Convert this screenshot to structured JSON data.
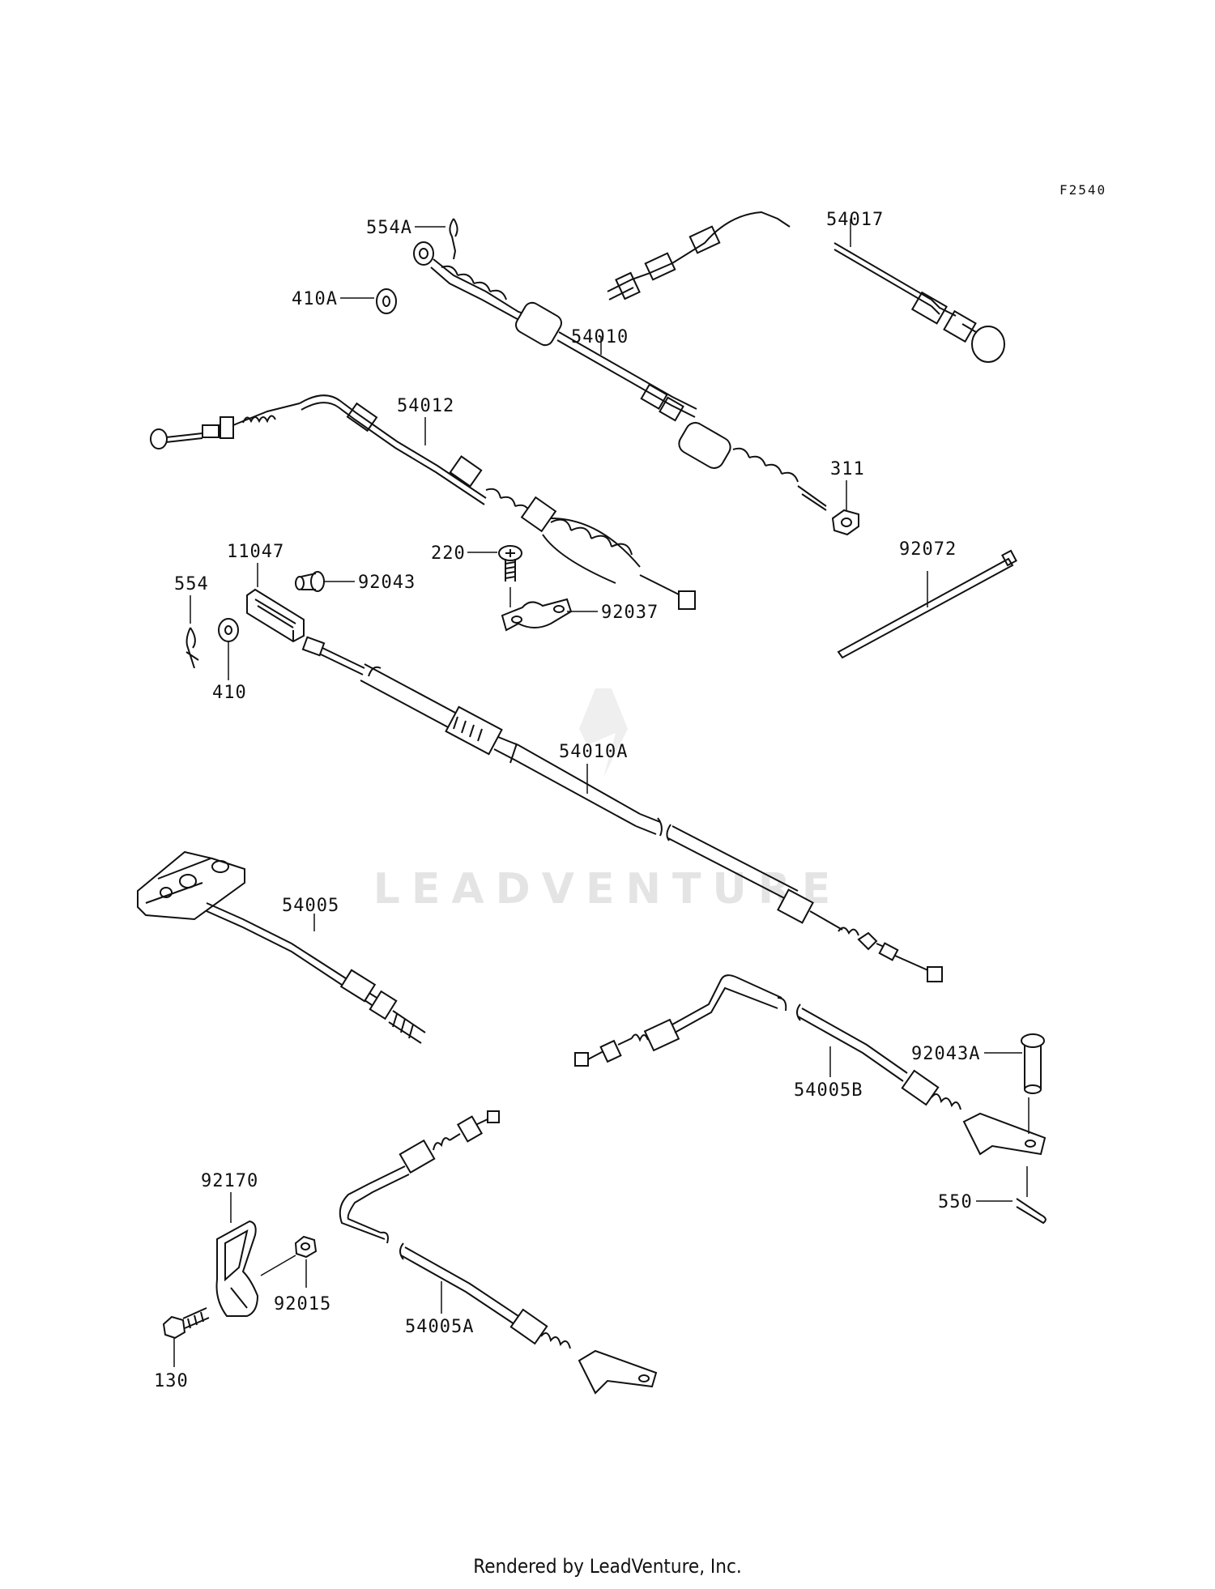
{
  "diagram_code": "F2540",
  "watermark": "LEADVENTURE",
  "footer": "Rendered by LeadVenture, Inc.",
  "callouts": {
    "c554A": "554A",
    "c54017": "54017",
    "c410A": "410A",
    "c54010": "54010",
    "c54012": "54012",
    "c311": "311",
    "c92072": "92072",
    "c11047": "11047",
    "c220": "220",
    "c92043": "92043",
    "c554": "554",
    "c92037": "92037",
    "c410": "410",
    "c54010A": "54010A",
    "c54005": "54005",
    "c92043A": "92043A",
    "c54005B": "54005B",
    "c550": "550",
    "c92170": "92170",
    "c92015": "92015",
    "c54005A": "54005A",
    "c130": "130"
  }
}
